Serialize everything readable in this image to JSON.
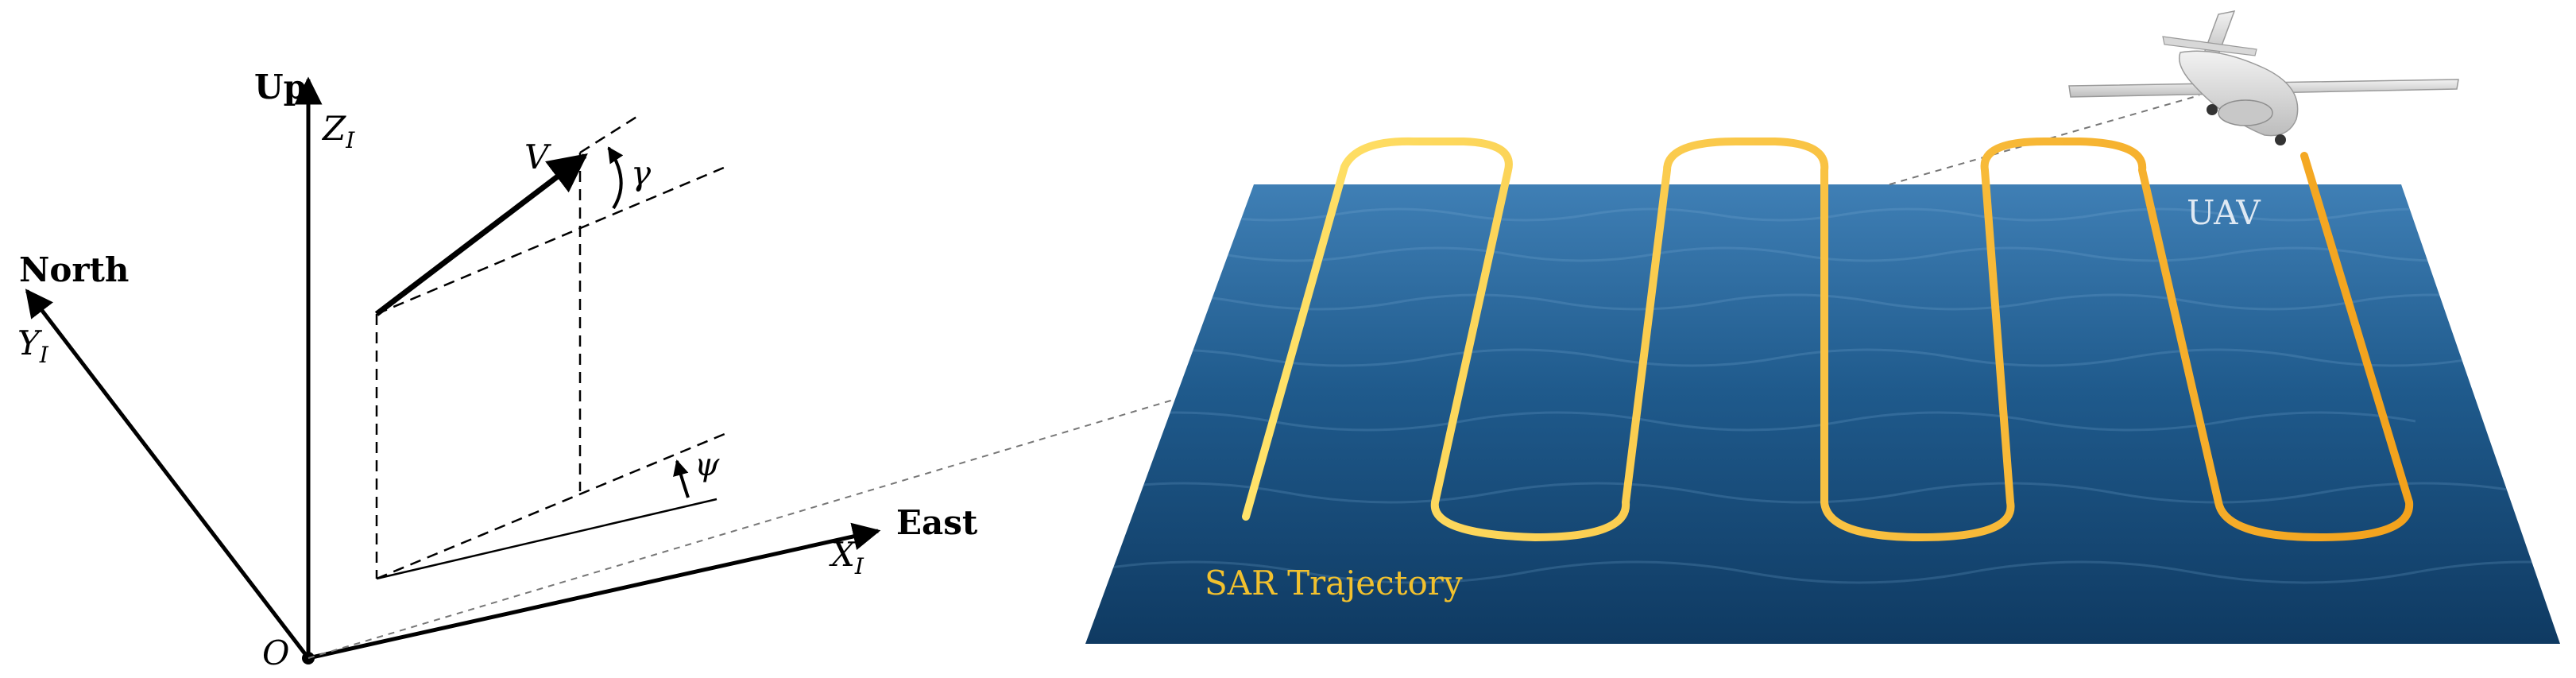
{
  "frame": {
    "up_label": "Up",
    "z_label": "Z",
    "z_sub": "I",
    "north_label": "North",
    "y_label": "Y",
    "y_sub": "I",
    "east_label": "East",
    "x_label": "X",
    "x_sub": "I",
    "origin_label": "O",
    "velocity_label": "V",
    "gamma_label": "γ",
    "psi_label": "ψ"
  },
  "scene": {
    "trajectory_label": "SAR Trajectory",
    "uav_label": "UAV"
  },
  "colors": {
    "ink": "#000000",
    "trajectory_start": "#ffe36a",
    "trajectory_end": "#f3a21c",
    "trajectory_label": "#f2c12e",
    "sea_dark": "#0f3a62",
    "sea_mid": "#1f5a8c",
    "sea_light": "#3f7fb5",
    "uav_label": "#dfe9f3",
    "aircraft": "#e6e6e6"
  }
}
